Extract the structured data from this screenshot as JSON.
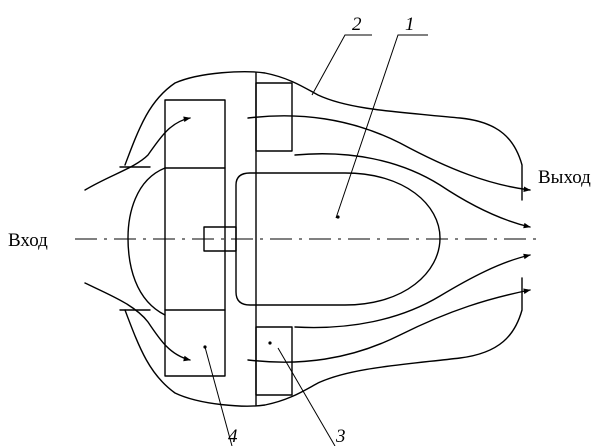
{
  "labels": {
    "inlet": "Вход",
    "outlet": "Выход",
    "part1": "1",
    "part2": "2",
    "part3": "3",
    "part4": "4"
  },
  "colors": {
    "ink": "#000000",
    "background": "#ffffff"
  }
}
